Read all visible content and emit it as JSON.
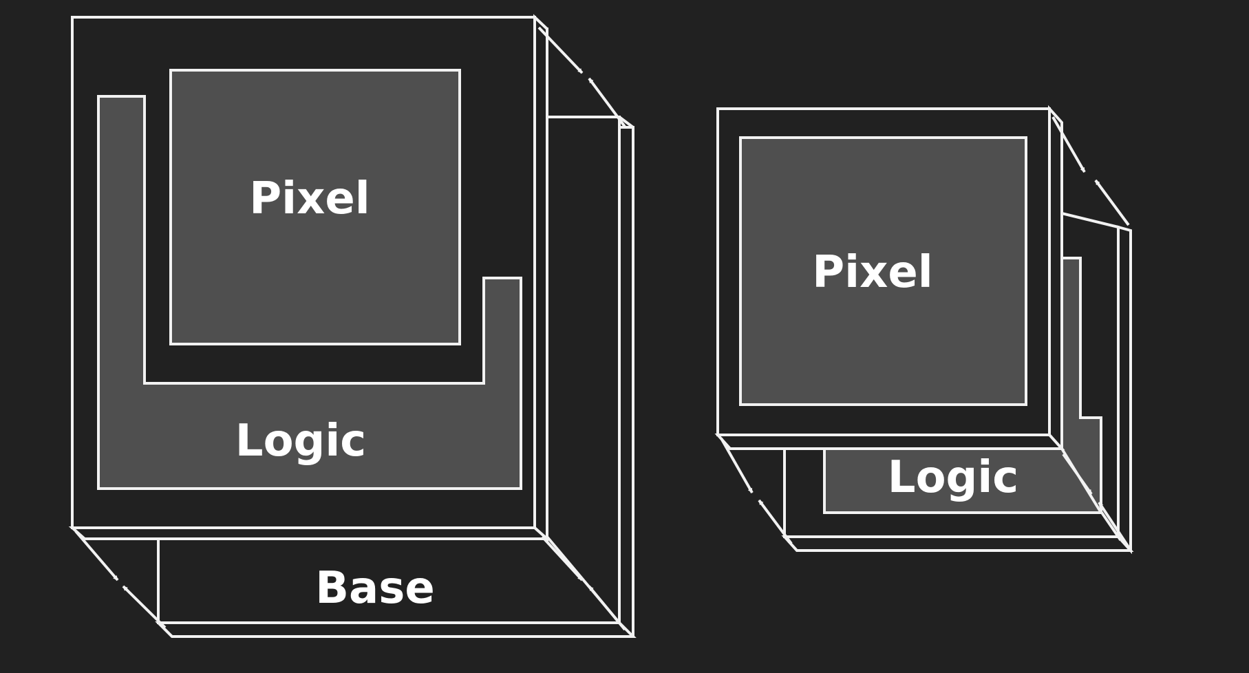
{
  "colors": {
    "background": "#212121",
    "stroke": "#f2f2f2",
    "fill_block": "#4f4f4f",
    "text": "#ffffff"
  },
  "left_stack": {
    "pixel_label": "Pixel",
    "logic_label": "Logic",
    "base_label": "Base"
  },
  "right_stack": {
    "pixel_label": "Pixel",
    "logic_label": "Logic"
  },
  "connector_icon": "double-arrow-icon"
}
